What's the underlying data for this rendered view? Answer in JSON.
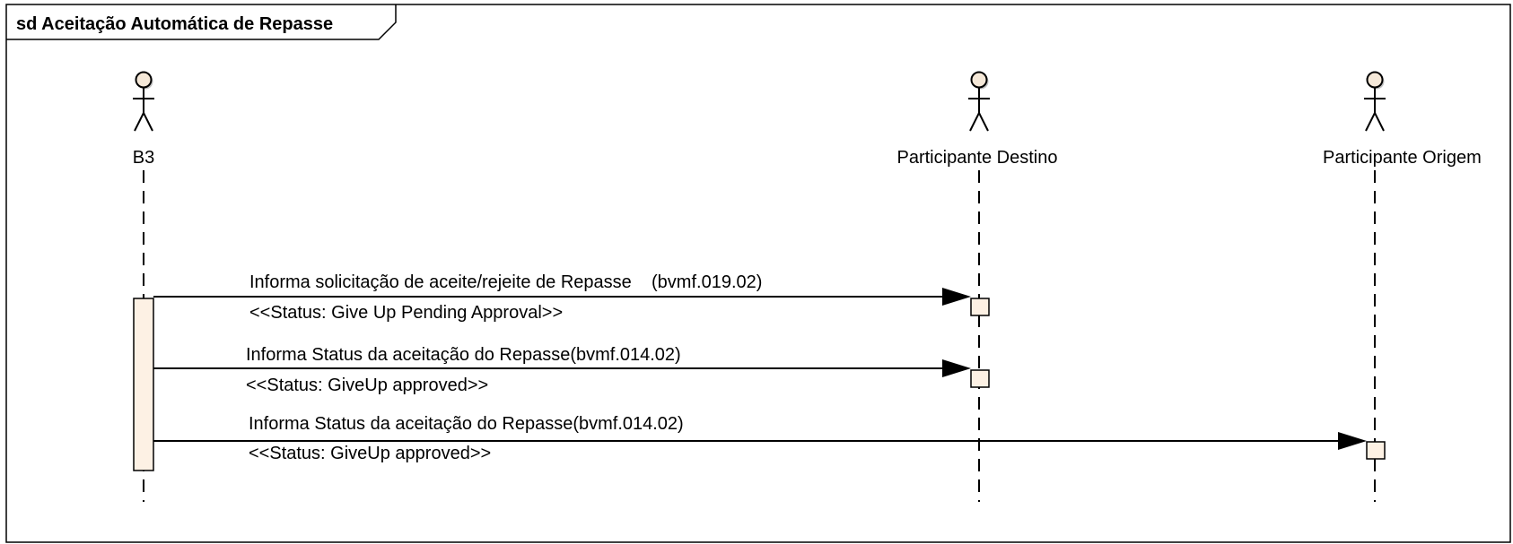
{
  "frame": {
    "title": "sd Aceitação Automática de Repasse"
  },
  "colors": {
    "activation_fill": "#fdf1e4",
    "actor_head_fill": "#f5e8d8",
    "line": "#000000",
    "shadow": "#bfbfbf"
  },
  "actors": [
    {
      "id": "b3",
      "name": "B3"
    },
    {
      "id": "participante-destino",
      "name": "Participante Destino"
    },
    {
      "id": "participante-origem",
      "name": "Participante Origem"
    }
  ],
  "messages": [
    {
      "id": "msg-1",
      "from": "B3",
      "to": "Participante Destino",
      "label": "Informa solicitação de aceite/rejeite de Repasse    (bvmf.019.02)",
      "stereotype": "<<Status: Give Up Pending Approval>>"
    },
    {
      "id": "msg-2",
      "from": "B3",
      "to": "Participante Destino",
      "label": "Informa Status da aceitação do Repasse(bvmf.014.02)",
      "stereotype": "<<Status: GiveUp approved>>"
    },
    {
      "id": "msg-3",
      "from": "B3",
      "to": "Participante Origem",
      "label": "Informa Status da aceitação do Repasse(bvmf.014.02)",
      "stereotype": "<<Status: GiveUp approved>>"
    }
  ]
}
